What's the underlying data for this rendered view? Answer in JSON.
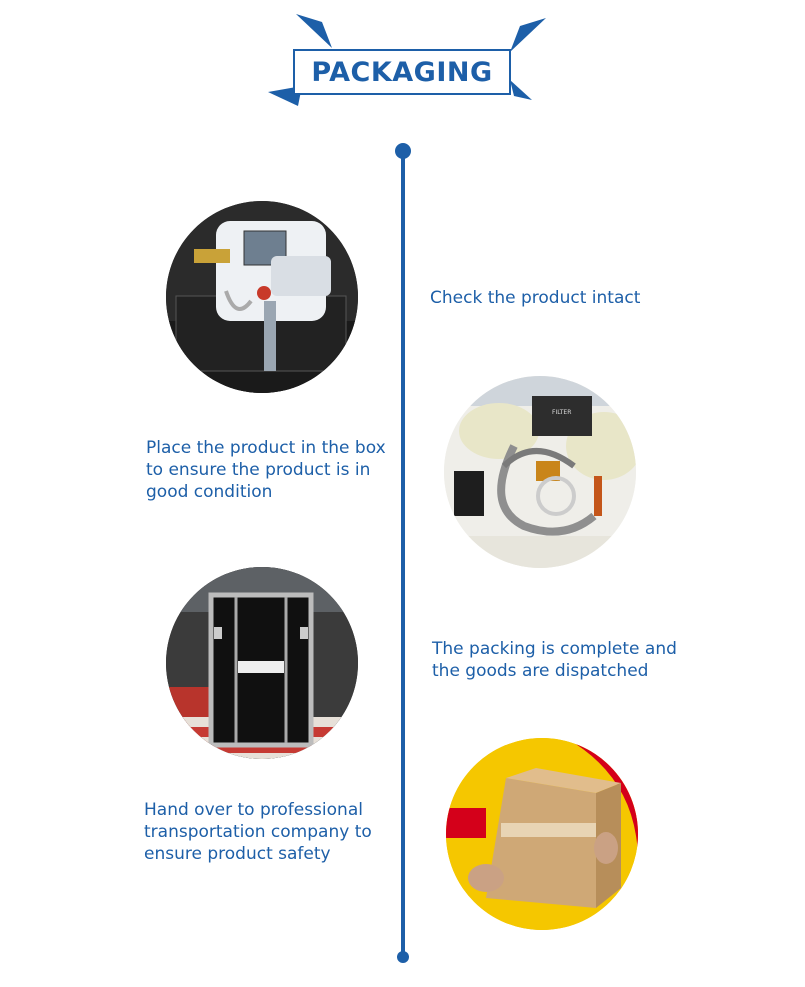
{
  "header": {
    "title": "PACKAGING"
  },
  "steps": [
    {
      "caption": "Check the product intact"
    },
    {
      "caption": "Place the product in the box to ensure the product is in good condition"
    },
    {
      "caption": "The packing is complete and the goods are dispatched"
    },
    {
      "caption": "Hand over to professional transportation company to ensure product safety"
    }
  ],
  "colors": {
    "accent": "#1d5fa8"
  }
}
